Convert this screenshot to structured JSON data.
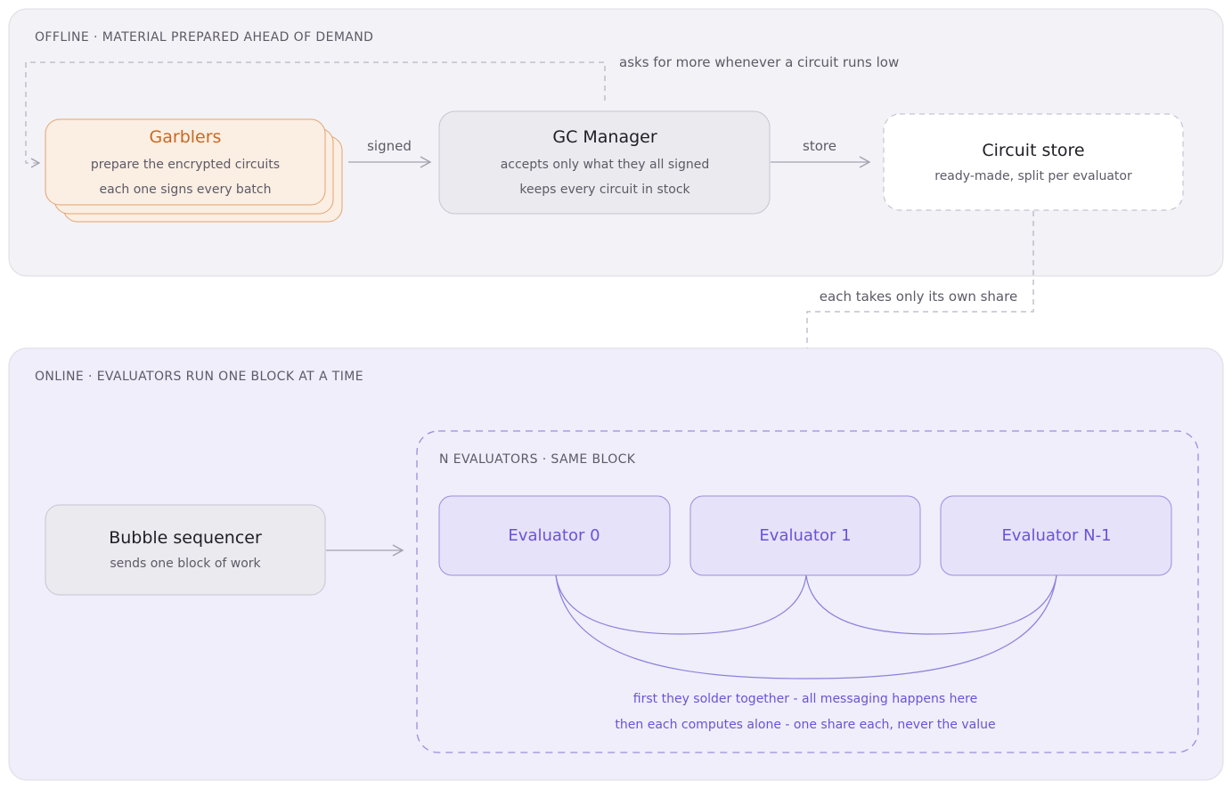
{
  "offline": {
    "label": "OFFLINE · MATERIAL PREPARED AHEAD OF DEMAND",
    "garblers": {
      "title": "Garblers",
      "line1": "prepare the encrypted circuits",
      "line2": "each one signs every batch"
    },
    "signed_label": "signed",
    "gc_manager": {
      "title": "GC Manager",
      "line1": "accepts only what they all signed",
      "line2": "keeps every circuit in stock"
    },
    "store_label": "store",
    "circuit_store": {
      "title": "Circuit store",
      "line1": "ready-made, split per evaluator"
    },
    "feedback_label": "asks for more whenever a circuit runs low"
  },
  "handoff_label": "each takes only its own share",
  "online": {
    "label": "ONLINE · EVALUATORS RUN ONE BLOCK AT A TIME",
    "sequencer": {
      "title": "Bubble sequencer",
      "line1": "sends one block of work"
    },
    "evaluators": {
      "label": "N EVALUATORS · SAME BLOCK",
      "items": [
        {
          "label": "Evaluator 0"
        },
        {
          "label": "Evaluator 1"
        },
        {
          "label": "Evaluator N-1"
        }
      ],
      "note1": "first they solder together - all messaging happens here",
      "note2": "then each computes alone - one share each, never the value"
    }
  },
  "colors": {
    "offline_bg": "#f3f2f7",
    "online_bg": "#efeefa",
    "garbler_fill": "#fbeee3",
    "garbler_stroke": "#e0a472",
    "garbler_text": "#c66a24",
    "neutral_box_fill": "#ebeaef",
    "neutral_box_stroke": "#c7c4d1",
    "evaluator_fill": "#e6e2f9",
    "evaluator_stroke": "#9a8fe0",
    "evaluator_text": "#6b53d6",
    "connector": "#a4a1b0"
  }
}
